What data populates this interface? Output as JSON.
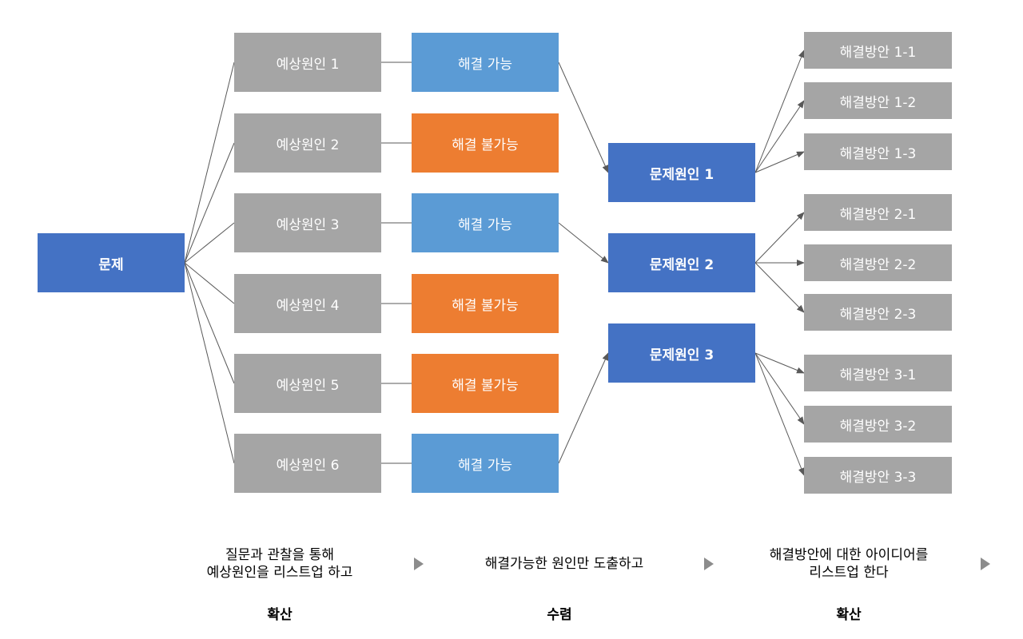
{
  "root": {
    "label": "문제"
  },
  "causes": [
    {
      "label": "예상원인 1",
      "verdict": "해결 가능",
      "status": "ok"
    },
    {
      "label": "예상원인 2",
      "verdict": "해결 불가능",
      "status": "no"
    },
    {
      "label": "예상원인 3",
      "verdict": "해결 가능",
      "status": "ok"
    },
    {
      "label": "예상원인 4",
      "verdict": "해결 불가능",
      "status": "no"
    },
    {
      "label": "예상원인 5",
      "verdict": "해결 불가능",
      "status": "no"
    },
    {
      "label": "예상원인 6",
      "verdict": "해결 가능",
      "status": "ok"
    }
  ],
  "problem_causes": [
    {
      "label": "문제원인 1",
      "solutions": [
        "해결방안 1-1",
        "해결방안 1-2",
        "해결방안 1-3"
      ]
    },
    {
      "label": "문제원인 2",
      "solutions": [
        "해결방안 2-1",
        "해결방안 2-2",
        "해결방안 2-3"
      ]
    },
    {
      "label": "문제원인 3",
      "solutions": [
        "해결방안 3-1",
        "해결방안 3-2",
        "해결방안 3-3"
      ]
    }
  ],
  "steps": [
    {
      "text": "질문과 관찰을 통해\n예상원인을 리스트업 하고",
      "title": "확산"
    },
    {
      "text": "해결가능한 원인만 도출하고",
      "title": "수렴"
    },
    {
      "text": "해결방안에 대한 아이디어를\n리스트업 한다",
      "title": "확산"
    }
  ],
  "colors": {
    "root": "#4472c4",
    "cause": "#a5a5a5",
    "solvable": "#5b9bd5",
    "unsolvable": "#ed7d31",
    "problem_cause": "#4472c4",
    "solution": "#a5a5a5"
  }
}
